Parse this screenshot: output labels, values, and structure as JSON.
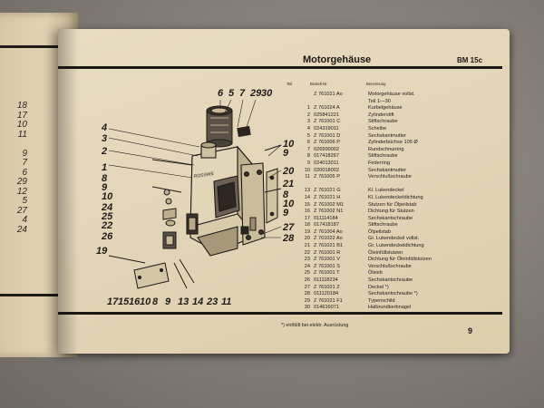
{
  "header": {
    "title": "Motorgehäuse",
    "code": "BM 15c"
  },
  "columns": {
    "teil": "Teil",
    "bestell": "Bestell-Nr.",
    "benennung": "Benennung"
  },
  "parts": [
    {
      "no": "",
      "order": "Z 761021 Ao",
      "name": "Motorgehäuse vollst."
    },
    {
      "no": "",
      "order": "",
      "name": "Teil 1—30"
    },
    {
      "no": "1",
      "order": "Z 761024 A",
      "name": "Kurbelgehäuse"
    },
    {
      "no": "2",
      "order": "025841221",
      "name": "Zylinderstift"
    },
    {
      "no": "3",
      "order": "Z 761001 C",
      "name": "Stiftschraube"
    },
    {
      "no": "4",
      "order": "024319011",
      "name": "Scheibe"
    },
    {
      "no": "5",
      "order": "Z 761001 D",
      "name": "Sechskantmutter"
    },
    {
      "no": "6",
      "order": "Z 761006 P",
      "name": "Zylinderbüchse 105 Ø"
    },
    {
      "no": "7",
      "order": "026500002",
      "name": "Rundschnurring"
    },
    {
      "no": "8",
      "order": "017418267",
      "name": "Stiftschraube"
    },
    {
      "no": "9",
      "order": "024013011",
      "name": "Federring"
    },
    {
      "no": "10",
      "order": "020018002",
      "name": "Sechskantmutter"
    },
    {
      "no": "11",
      "order": "Z 761005 P",
      "name": "Verschlußschraube"
    },
    {
      "no": "",
      "order": "",
      "name": ""
    },
    {
      "no": "13",
      "order": "Z 761021 G",
      "name": "Kl. Lukendeckel"
    },
    {
      "no": "14",
      "order": "Z 761021 H",
      "name": "Kl. Lukendeckeldichtung"
    },
    {
      "no": "15",
      "order": "Z 761002 M1",
      "name": "Stutzen für Ölpeilstab"
    },
    {
      "no": "16",
      "order": "Z 761002 N1",
      "name": "Dichtung für Stutzen"
    },
    {
      "no": "17",
      "order": "011114184",
      "name": "Sechskantschraube"
    },
    {
      "no": "18",
      "order": "017418187",
      "name": "Stiftschraube"
    },
    {
      "no": "19",
      "order": "Z 761004 Ao",
      "name": "Ölpeilstab"
    },
    {
      "no": "20",
      "order": "Z 761022 Ao",
      "name": "Gr. Lukendeckel vollst."
    },
    {
      "no": "21",
      "order": "Z 761021 B1",
      "name": "Gr. Lukendeckeldichtung"
    },
    {
      "no": "22",
      "order": "Z 761001 R",
      "name": "Öleinfüllstutzen"
    },
    {
      "no": "23",
      "order": "Z 761001 V",
      "name": "Dichtung für Öleinfüllstutzen"
    },
    {
      "no": "24",
      "order": "Z 761001 S",
      "name": "Verschlußschraube"
    },
    {
      "no": "25",
      "order": "Z 761001 T",
      "name": "Ölsieb"
    },
    {
      "no": "26",
      "order": "011118234",
      "name": "Sechskantschraube"
    },
    {
      "no": "27",
      "order": "Z 761021 Z",
      "name": "Deckel *)"
    },
    {
      "no": "28",
      "order": "011120184",
      "name": "Sechskantschraube *)"
    },
    {
      "no": "29",
      "order": "Z 761021 F1",
      "name": "Typenschild"
    },
    {
      "no": "30",
      "order": "014616071",
      "name": "Halbrundkerbnagel"
    }
  ],
  "footnote": "*) entfällt bei elektr. Ausrüstung",
  "page_number": "9",
  "left_page_numbers": [
    "18",
    "17",
    "10",
    "11",
    "",
    "9",
    "7",
    "6",
    "29",
    "12",
    "5",
    "27",
    "4",
    "24"
  ],
  "diagram": {
    "callouts_top": [
      "6",
      "5",
      "7",
      "29",
      "30"
    ],
    "callouts_left": [
      "4",
      "3",
      "2",
      "1",
      "8",
      "9",
      "10",
      "24",
      "25",
      "22",
      "26"
    ],
    "callouts_right": [
      "10",
      "9",
      "20",
      "21",
      "8",
      "10",
      "9",
      "27",
      "28"
    ],
    "callouts_bottom": [
      "19",
      "17",
      "15",
      "16",
      "10",
      "8",
      "9",
      "13",
      "14",
      "23",
      "11"
    ],
    "nameplate_text": "ROSSWE"
  }
}
